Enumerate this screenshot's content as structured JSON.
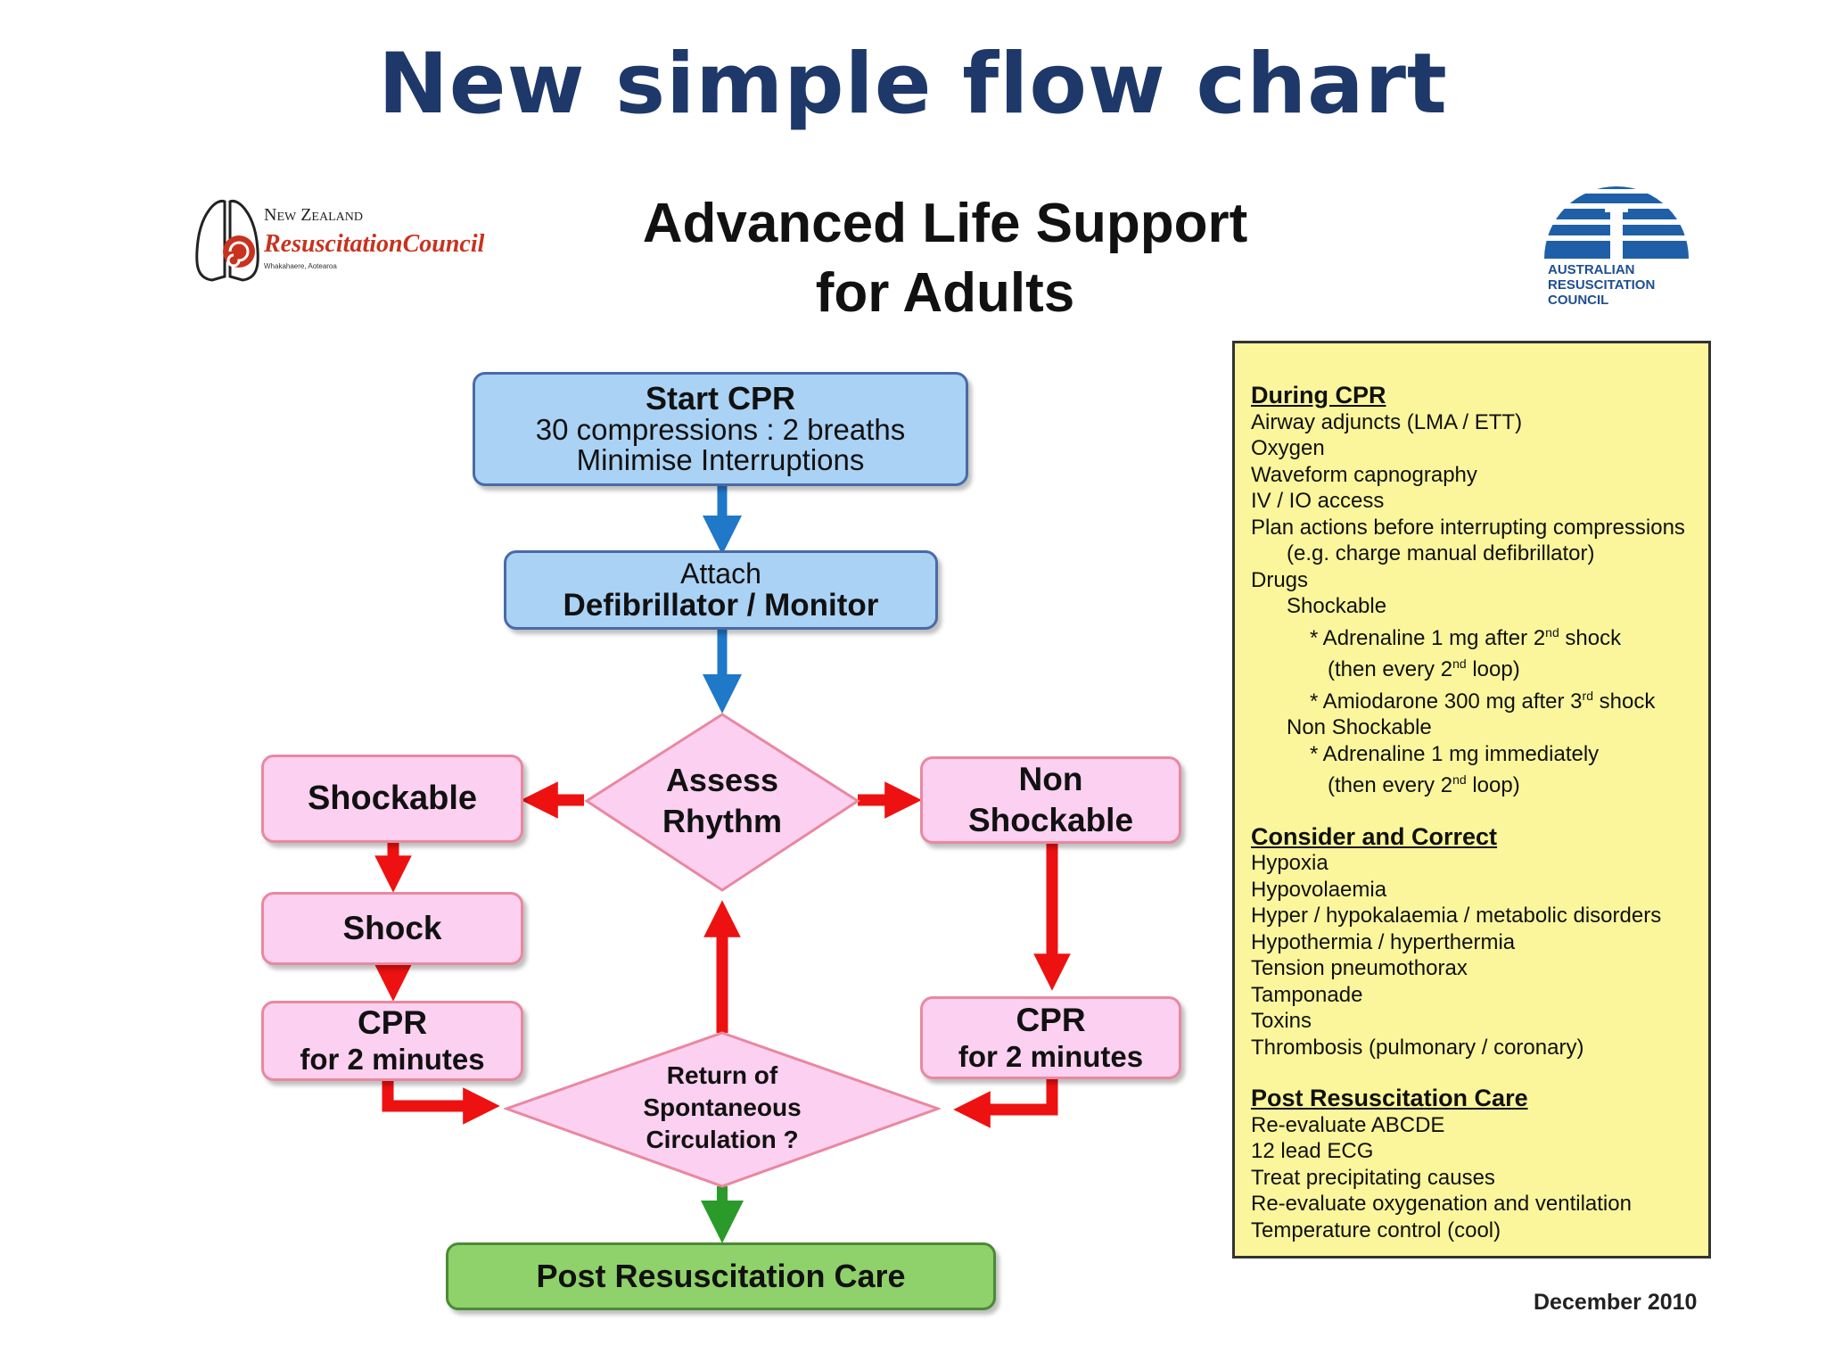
{
  "slide_title": "New simple flow chart",
  "chart_title": {
    "line1": "Advanced Life Support",
    "line2": "for Adults"
  },
  "logos": {
    "nz": {
      "line1": "New Zealand",
      "line2": "ResuscitationCouncil",
      "line3": "Whakahaere, Aotearoa"
    },
    "aus": {
      "line1": "AUSTRALIAN",
      "line2": "RESUSCITATION",
      "line3": "COUNCIL"
    }
  },
  "flow": {
    "start_cpr": {
      "title": "Start CPR",
      "line2": "30 compressions : 2 breaths",
      "line3": "Minimise Interruptions"
    },
    "attach": {
      "line1": "Attach",
      "line2": "Defibrillator / Monitor"
    },
    "assess": {
      "line1": "Assess",
      "line2": "Rhythm"
    },
    "shockable": "Shockable",
    "non_shockable": {
      "line1": "Non",
      "line2": "Shockable"
    },
    "shock": "Shock",
    "cpr_left": {
      "line1": "CPR",
      "line2": "for 2 minutes"
    },
    "cpr_right": {
      "line1": "CPR",
      "line2": "for 2 minutes"
    },
    "rosc": {
      "line1": "Return of",
      "line2": "Spontaneous",
      "line3": "Circulation ?"
    },
    "post_care": "Post Resuscitation Care"
  },
  "info_panel": {
    "during_cpr": {
      "heading": "During CPR",
      "items": [
        "Airway adjuncts (LMA / ETT)",
        "Oxygen",
        "Waveform capnography",
        "IV / IO access",
        "Plan actions before interrupting compressions"
      ],
      "note": "(e.g. charge manual defibrillator)",
      "drugs_label": "Drugs",
      "shockable_label": "Shockable",
      "adrenaline_shock": {
        "pre": "* Adrenaline 1 mg after 2",
        "sup": "nd",
        "post": " shock"
      },
      "adrenaline_shock_then": {
        "pre": "(then every 2",
        "sup": "nd",
        "post": " loop)"
      },
      "amiodarone": {
        "pre": "* Amiodarone 300 mg after 3",
        "sup": "rd",
        "post": " shock"
      },
      "non_shockable_label": "Non Shockable",
      "adrenaline_immediate": "* Adrenaline 1 mg immediately",
      "adrenaline_immediate_then": {
        "pre": "(then every 2",
        "sup": "nd",
        "post": " loop)"
      }
    },
    "consider": {
      "heading": "Consider and Correct",
      "items": [
        "Hypoxia",
        "Hypovolaemia",
        "Hyper / hypokalaemia / metabolic disorders",
        "Hypothermia / hyperthermia",
        "Tension pneumothorax",
        "Tamponade",
        "Toxins",
        "Thrombosis (pulmonary / coronary)"
      ]
    },
    "post_care": {
      "heading": "Post Resuscitation Care",
      "items": [
        "Re-evaluate ABCDE",
        "12 lead ECG",
        "Treat precipitating causes",
        "Re-evaluate oxygenation and ventilation",
        "Temperature control (cool)"
      ]
    }
  },
  "footer_date": "December 2010",
  "colors": {
    "title": "#1d3869",
    "blue_box": "#a9d2f5",
    "pink_box": "#fbd0f0",
    "green_box": "#8fd16a",
    "panel": "#fbf69b",
    "arrow_blue": "#1f78c8",
    "arrow_red": "#ee1111",
    "arrow_green": "#2a9a2a"
  }
}
